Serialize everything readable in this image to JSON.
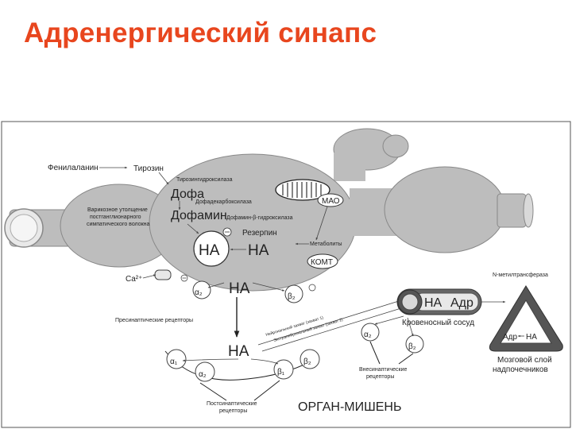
{
  "title": "Адренергический синапс",
  "labels": {
    "phenylalanine": "Фенилаланин",
    "tyrosine": "Тирозин",
    "tyrosine_hydroxylase": "Тирозингидроксилаза",
    "dopa": "Дофа",
    "dopa_decarboxylase": "Дофадекарбоксилаза",
    "dopamine": "Дофамин",
    "dopamine_hydroxylase": "Дофамин-β-гидроксилаза",
    "mao": "МАО",
    "reserpine": "Резерпин",
    "metabolites": "Метаболиты",
    "comt": "КОМТ",
    "varicose_line1": "Варикозное утолщение",
    "varicose_line2": "постганглионарного",
    "varicose_line3": "симпатического волокна",
    "ca": "Ca²⁺",
    "na_vesicle": "НА",
    "na_cyto": "НА",
    "na_released": "НА",
    "na_effector": "НА",
    "alpha2_pre": "α₂",
    "beta2_pre": "β₂",
    "presynaptic_receptors": "Пресинаптические рецепторы",
    "transport_line1": "Нейрональный захват (захват 1)",
    "transport_line2": "Экстранейрональный захват (захват 2)",
    "vessel_na": "НА",
    "vessel_adr": "Адр",
    "blood_vessel": "Кровеносный сосуд",
    "alpha2_extra": "α₂",
    "beta2_extra": "β₂",
    "extrasynaptic_line1": "Внесинаптические",
    "extrasynaptic_line2": "рецепторы",
    "methyltransferase": "N-метилтрансфераза",
    "adrenal_adr": "Адр",
    "adrenal_na": "НА",
    "adrenal_line1": "Мозговой слой",
    "adrenal_line2": "надпочечников",
    "alpha1_post": "α₁",
    "alpha2_post": "α₂",
    "beta1_post": "β₁",
    "beta2_post": "β₂",
    "postsynaptic_line1": "Постсинаптические",
    "postsynaptic_line2": "рецепторы",
    "target_organ": "ОРГАН-МИШЕНЬ"
  }
}
